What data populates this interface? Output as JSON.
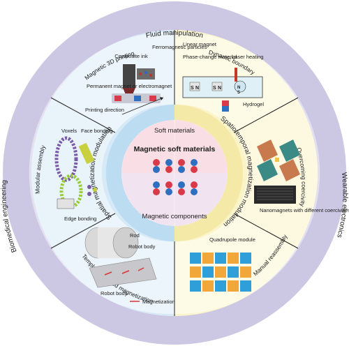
{
  "outer_ring": {
    "top": "Fluid manipulation",
    "left": "Biomedical engineering",
    "right": "Wearable electronics"
  },
  "sectors": {
    "printing": {
      "title": "Magnetic 3D printing",
      "labels": [
        "Composite ink",
        "Ferromagnetic particles",
        "Permanent magnet or electromagnet",
        "Printing direction"
      ]
    },
    "dynamic": {
      "title": "Dynamic boundary",
      "labels": [
        "Linear magnet",
        "Phase-change material",
        "Laser heating",
        "Hydrogel"
      ],
      "magnet_letters": [
        "S",
        "N",
        "S",
        "N",
        "N",
        "S"
      ]
    },
    "coercivity": {
      "title": "Overcoming coercivity",
      "labels": [
        "Nanomagnets with different coercivities"
      ]
    },
    "reassembly": {
      "title": "Manual reassembly",
      "labels": [
        "Quadrupole module"
      ]
    },
    "template": {
      "title": "Template-assisted magnetization",
      "labels": [
        "Rod",
        "Robot body",
        "Robot body",
        "Magnetization"
      ]
    },
    "modular": {
      "title": "Modular assembly",
      "labels": [
        "Voxels",
        "Face bonding",
        "Edge bonding"
      ]
    }
  },
  "middle_ring": {
    "left": "Spatial magnetization modulation",
    "right": "Spatiotemporal magnetization modulation"
  },
  "center": {
    "top": "Soft materials",
    "title": "Magnetic soft materials",
    "bottom": "Magnetic components"
  },
  "colors": {
    "outer_ring": "#ccc8e3",
    "blue_sector": "#d6e9f6",
    "yellow_sector": "#fbf4c8",
    "pink_center": "#f9dfe5",
    "blue_center": "#cfe4f5",
    "magnet_red": "#d93a4a",
    "magnet_blue": "#2f6fc0"
  }
}
